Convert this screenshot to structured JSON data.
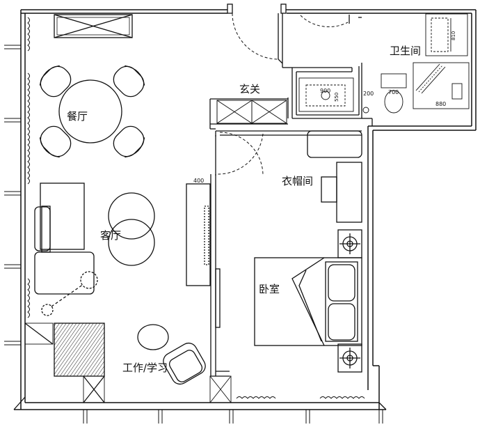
{
  "rooms": {
    "dining": "餐厅",
    "living": "客厅",
    "entry": "玄关",
    "bathroom": "卫生间",
    "wardrobe": "衣帽间",
    "bedroom": "卧室",
    "study": "工作/学习"
  },
  "dimensions": {
    "basin_width": "900",
    "basin_depth": "550",
    "gap": "200",
    "toilet": "700",
    "shower": "880",
    "shelf": "810",
    "wall_panel": "400"
  }
}
